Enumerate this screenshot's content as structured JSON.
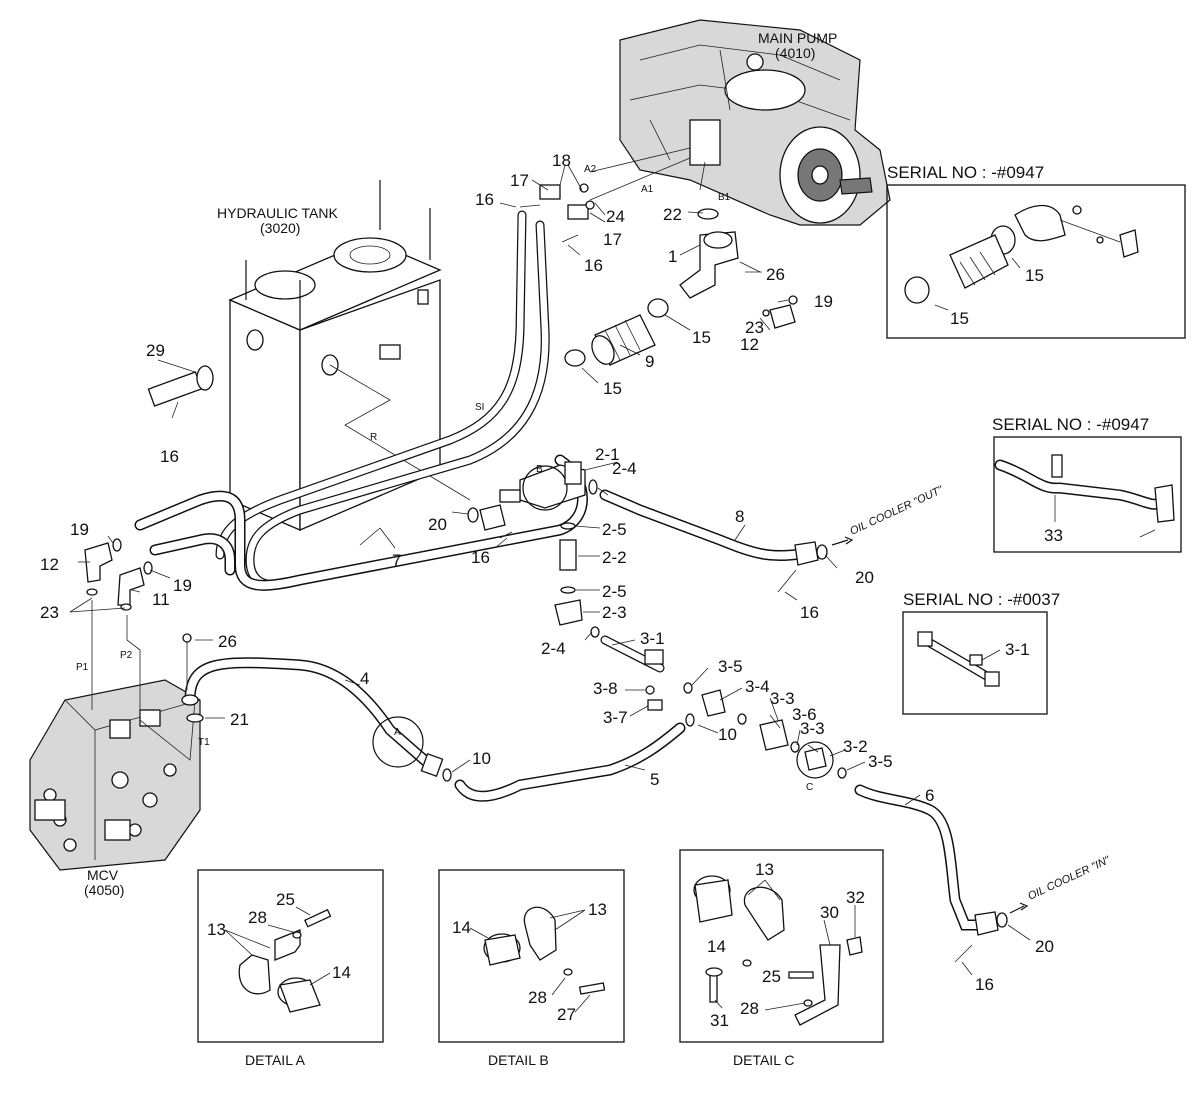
{
  "components": {
    "main_pump": {
      "name": "MAIN PUMP",
      "code": "(4010)"
    },
    "hydraulic_tank": {
      "name": "HYDRAULIC TANK",
      "code": "(3020)"
    },
    "mcv": {
      "name": "MCV",
      "code": "(4050)"
    }
  },
  "port_labels": {
    "a2": "A2",
    "a1": "A1",
    "b1": "B1",
    "si": "SI",
    "r": "R",
    "p1": "P1",
    "p2": "P2",
    "t1": "T1",
    "detail_a": "A",
    "detail_b": "B",
    "detail_c": "C"
  },
  "flow_labels": {
    "oil_cooler_out": "OIL COOLER \"OUT\"",
    "oil_cooler_in": "OIL COOLER \"IN\""
  },
  "callouts": {
    "c16a": "16",
    "c17a": "17",
    "c18": "18",
    "c17b": "17",
    "c24": "24",
    "c16b": "16",
    "c22": "22",
    "c1": "1",
    "c26a": "26",
    "c19a": "19",
    "c23a": "23",
    "c15a": "15",
    "c12a": "12",
    "c9": "9",
    "c15b": "15",
    "c29": "29",
    "c16c": "16",
    "c2_1": "2-1",
    "c2_4a": "2-4",
    "c20a": "20",
    "c2_5a": "2-5",
    "c16d": "16",
    "c2_2": "2-2",
    "c2_5b": "2-5",
    "c2_3": "2-3",
    "c2_4b": "2-4",
    "c8": "8",
    "c20b": "20",
    "c16e": "16",
    "c7": "7",
    "c19b": "19",
    "c12b": "12",
    "c19c": "19",
    "c11": "11",
    "c23b": "23",
    "c26b": "26",
    "c4": "4",
    "c21": "21",
    "c3_1": "3-1",
    "c3_5a": "3-5",
    "c3_4": "3-4",
    "c3_8": "3-8",
    "c3_7": "3-7",
    "c3_3a": "3-3",
    "c3_6": "3-6",
    "c3_3b": "3-3",
    "c3_2": "3-2",
    "c3_5b": "3-5",
    "c10a": "10",
    "c10b": "10",
    "c5": "5",
    "c6": "6",
    "c20c": "20",
    "c16f": "16"
  },
  "serial_boxes": [
    {
      "title": "SERIAL NO : -#0947",
      "callouts": [
        "15",
        "15"
      ]
    },
    {
      "title": "SERIAL NO : -#0947",
      "callouts": [
        "33"
      ]
    },
    {
      "title": "SERIAL NO : -#0037",
      "callouts": [
        "3-1"
      ]
    }
  ],
  "details": [
    {
      "title": "DETAIL A",
      "callouts": [
        "25",
        "28",
        "13",
        "14"
      ]
    },
    {
      "title": "DETAIL B",
      "callouts": [
        "13",
        "14",
        "28",
        "27"
      ]
    },
    {
      "title": "DETAIL C",
      "callouts": [
        "13",
        "14",
        "30",
        "32",
        "25",
        "31",
        "28"
      ]
    }
  ]
}
